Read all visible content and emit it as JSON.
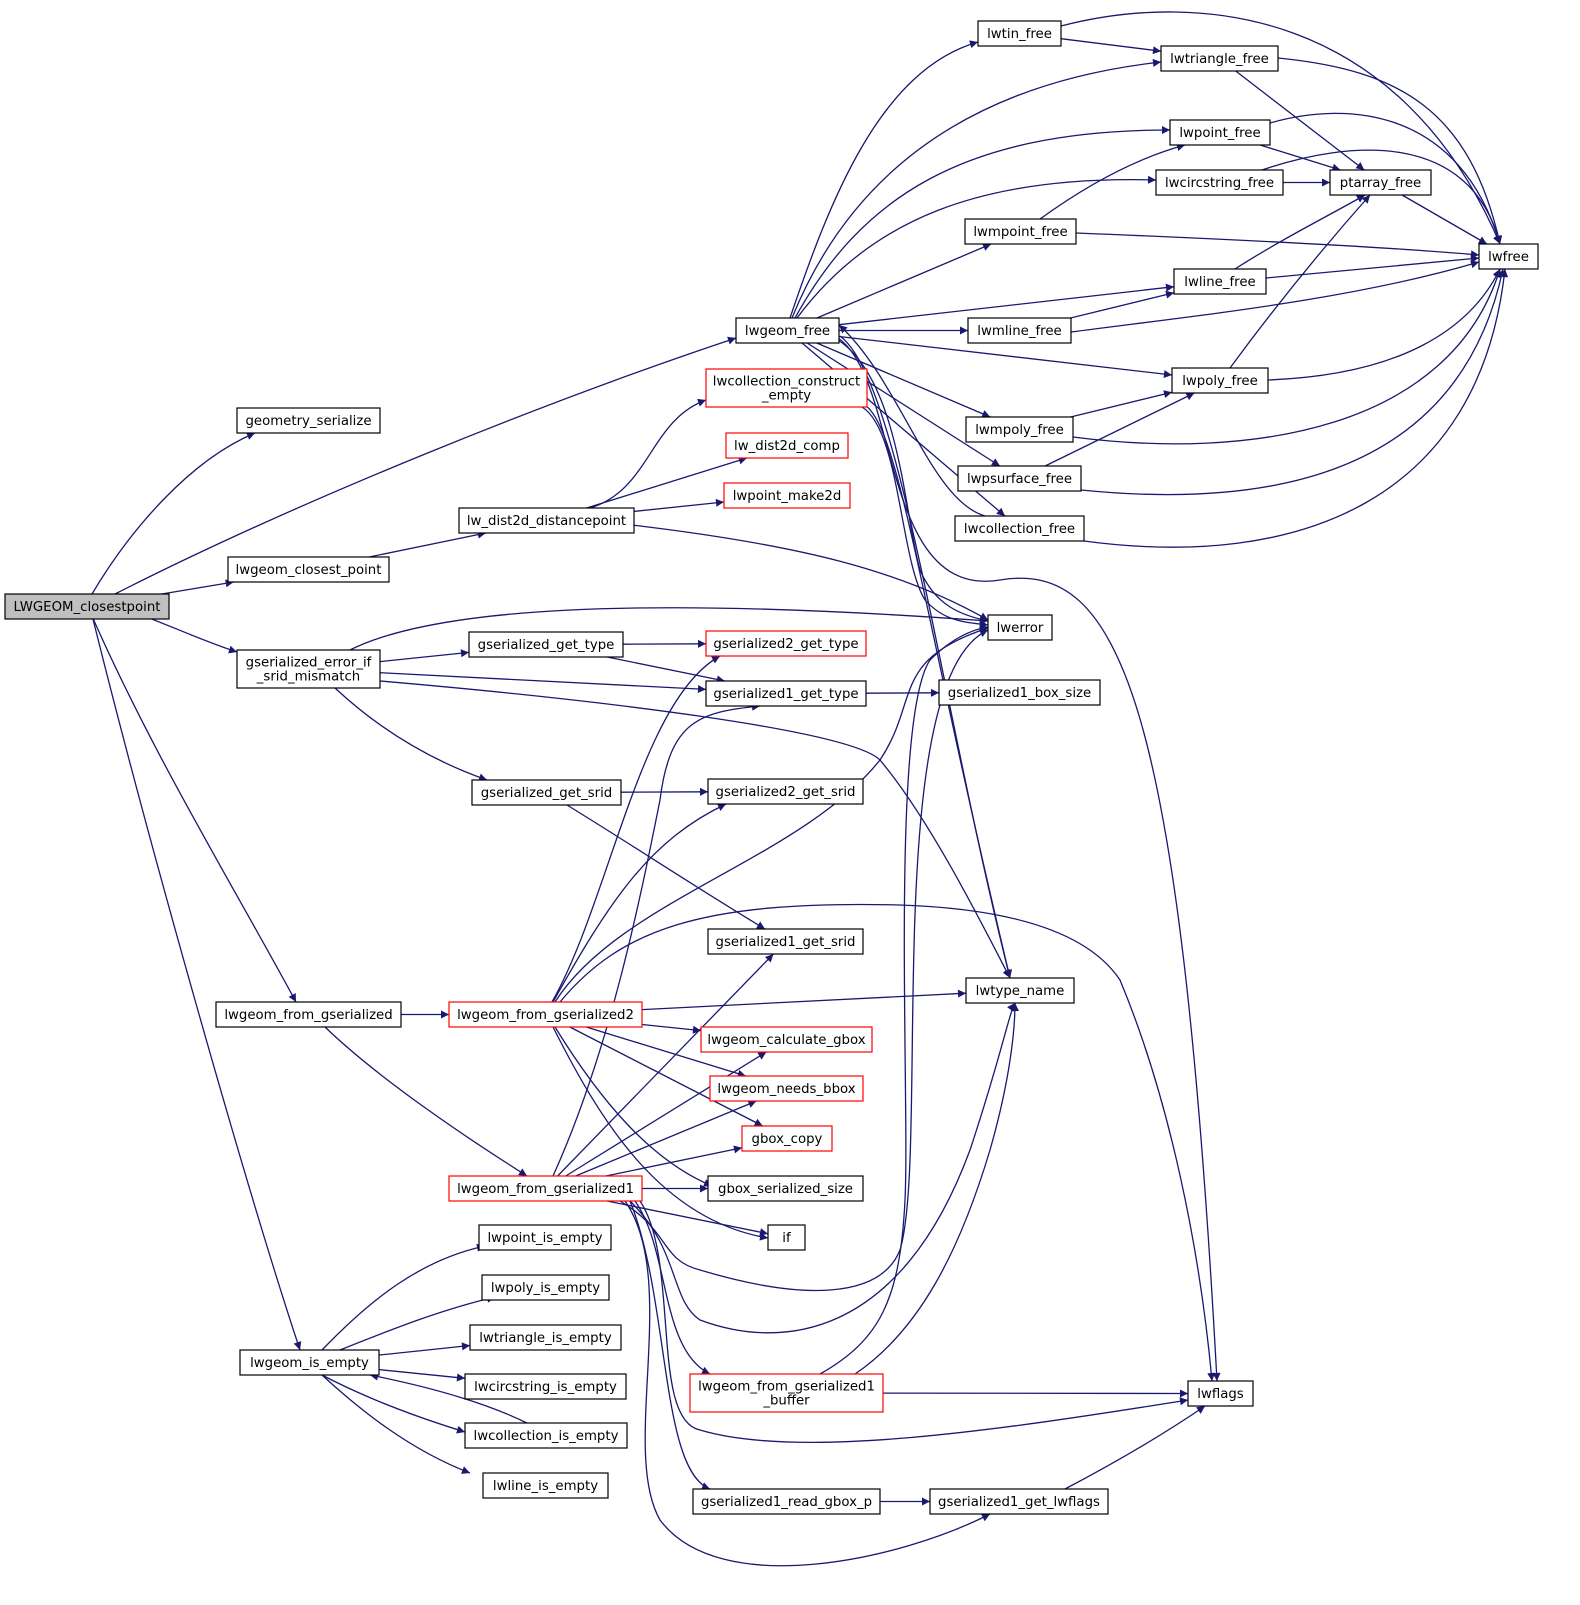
{
  "colors": {
    "edge": "#191970",
    "node_border": "#000000",
    "node_border_truncated": "#ff0000",
    "root_fill": "#bfbfbf"
  },
  "nodes": [
    {
      "id": "root",
      "lines": [
        "LWGEOM_closestpoint"
      ],
      "style": "root"
    },
    {
      "id": "geometry_serialize",
      "lines": [
        "geometry_serialize"
      ],
      "style": "normal"
    },
    {
      "id": "lwgeom_closest_point",
      "lines": [
        "lwgeom_closest_point"
      ],
      "style": "normal"
    },
    {
      "id": "gs_err_srid",
      "lines": [
        "gserialized_error_if",
        "_srid_mismatch"
      ],
      "style": "normal"
    },
    {
      "id": "lwgeom_from_gserialized",
      "lines": [
        "lwgeom_from_gserialized"
      ],
      "style": "normal"
    },
    {
      "id": "lwgeom_is_empty",
      "lines": [
        "lwgeom_is_empty"
      ],
      "style": "normal"
    },
    {
      "id": "lw_dist2d_distancepoint",
      "lines": [
        "lw_dist2d_distancepoint"
      ],
      "style": "normal"
    },
    {
      "id": "gserialized_get_type",
      "lines": [
        "gserialized_get_type"
      ],
      "style": "normal"
    },
    {
      "id": "gserialized_get_srid",
      "lines": [
        "gserialized_get_srid"
      ],
      "style": "normal"
    },
    {
      "id": "lwgeom_from_gserialized2",
      "lines": [
        "lwgeom_from_gserialized2"
      ],
      "style": "red"
    },
    {
      "id": "lwgeom_from_gserialized1",
      "lines": [
        "lwgeom_from_gserialized1"
      ],
      "style": "red"
    },
    {
      "id": "lwpoint_is_empty",
      "lines": [
        "lwpoint_is_empty"
      ],
      "style": "normal"
    },
    {
      "id": "lwpoly_is_empty",
      "lines": [
        "lwpoly_is_empty"
      ],
      "style": "normal"
    },
    {
      "id": "lwtriangle_is_empty",
      "lines": [
        "lwtriangle_is_empty"
      ],
      "style": "normal"
    },
    {
      "id": "lwcircstring_is_empty",
      "lines": [
        "lwcircstring_is_empty"
      ],
      "style": "normal"
    },
    {
      "id": "lwcollection_is_empty",
      "lines": [
        "lwcollection_is_empty"
      ],
      "style": "normal"
    },
    {
      "id": "lwline_is_empty",
      "lines": [
        "lwline_is_empty"
      ],
      "style": "normal"
    },
    {
      "id": "lwgeom_free",
      "lines": [
        "lwgeom_free"
      ],
      "style": "normal"
    },
    {
      "id": "lwcollection_construct_empty",
      "lines": [
        "lwcollection_construct",
        "_empty"
      ],
      "style": "red"
    },
    {
      "id": "lw_dist2d_comp",
      "lines": [
        "lw_dist2d_comp"
      ],
      "style": "red"
    },
    {
      "id": "lwpoint_make2d",
      "lines": [
        "lwpoint_make2d"
      ],
      "style": "red"
    },
    {
      "id": "gserialized2_get_type",
      "lines": [
        "gserialized2_get_type"
      ],
      "style": "red"
    },
    {
      "id": "gserialized1_get_type",
      "lines": [
        "gserialized1_get_type"
      ],
      "style": "normal"
    },
    {
      "id": "gserialized2_get_srid",
      "lines": [
        "gserialized2_get_srid"
      ],
      "style": "normal"
    },
    {
      "id": "gserialized1_get_srid",
      "lines": [
        "gserialized1_get_srid"
      ],
      "style": "normal"
    },
    {
      "id": "lwgeom_calculate_gbox",
      "lines": [
        "lwgeom_calculate_gbox"
      ],
      "style": "red"
    },
    {
      "id": "lwgeom_needs_bbox",
      "lines": [
        "lwgeom_needs_bbox"
      ],
      "style": "red"
    },
    {
      "id": "gbox_copy",
      "lines": [
        "gbox_copy"
      ],
      "style": "red"
    },
    {
      "id": "gbox_serialized_size",
      "lines": [
        "gbox_serialized_size"
      ],
      "style": "normal"
    },
    {
      "id": "if",
      "lines": [
        "if"
      ],
      "style": "normal"
    },
    {
      "id": "lwgeom_from_gserialized1_buffer",
      "lines": [
        "lwgeom_from_gserialized1",
        "_buffer"
      ],
      "style": "red"
    },
    {
      "id": "gserialized1_read_gbox_p",
      "lines": [
        "gserialized1_read_gbox_p"
      ],
      "style": "normal"
    },
    {
      "id": "lwtin_free",
      "lines": [
        "lwtin_free"
      ],
      "style": "normal"
    },
    {
      "id": "lwmpoint_free",
      "lines": [
        "lwmpoint_free"
      ],
      "style": "normal"
    },
    {
      "id": "lwmline_free",
      "lines": [
        "lwmline_free"
      ],
      "style": "normal"
    },
    {
      "id": "lwmpoly_free",
      "lines": [
        "lwmpoly_free"
      ],
      "style": "normal"
    },
    {
      "id": "lwpsurface_free",
      "lines": [
        "lwpsurface_free"
      ],
      "style": "normal"
    },
    {
      "id": "lwcollection_free",
      "lines": [
        "lwcollection_free"
      ],
      "style": "normal"
    },
    {
      "id": "lwerror",
      "lines": [
        "lwerror"
      ],
      "style": "normal"
    },
    {
      "id": "gserialized1_box_size",
      "lines": [
        "gserialized1_box_size"
      ],
      "style": "normal"
    },
    {
      "id": "lwtype_name",
      "lines": [
        "lwtype_name"
      ],
      "style": "normal"
    },
    {
      "id": "gserialized1_get_lwflags",
      "lines": [
        "gserialized1_get_lwflags"
      ],
      "style": "normal"
    },
    {
      "id": "lwtriangle_free",
      "lines": [
        "lwtriangle_free"
      ],
      "style": "normal"
    },
    {
      "id": "lwpoint_free",
      "lines": [
        "lwpoint_free"
      ],
      "style": "normal"
    },
    {
      "id": "lwcircstring_free",
      "lines": [
        "lwcircstring_free"
      ],
      "style": "normal"
    },
    {
      "id": "lwline_free",
      "lines": [
        "lwline_free"
      ],
      "style": "normal"
    },
    {
      "id": "lwpoly_free",
      "lines": [
        "lwpoly_free"
      ],
      "style": "normal"
    },
    {
      "id": "lwflags",
      "lines": [
        "lwflags"
      ],
      "style": "normal"
    },
    {
      "id": "ptarray_free",
      "lines": [
        "ptarray_free"
      ],
      "style": "normal"
    },
    {
      "id": "lwfree",
      "lines": [
        "lwfree"
      ],
      "style": "normal"
    }
  ],
  "edges": [
    [
      "root",
      "geometry_serialize"
    ],
    [
      "root",
      "lwgeom_free"
    ],
    [
      "root",
      "lwgeom_closest_point"
    ],
    [
      "root",
      "gs_err_srid"
    ],
    [
      "root",
      "lwgeom_from_gserialized"
    ],
    [
      "root",
      "lwgeom_is_empty"
    ],
    [
      "lwgeom_closest_point",
      "lw_dist2d_distancepoint"
    ],
    [
      "lw_dist2d_distancepoint",
      "lwcollection_construct_empty"
    ],
    [
      "lw_dist2d_distancepoint",
      "lw_dist2d_comp"
    ],
    [
      "lw_dist2d_distancepoint",
      "lwpoint_make2d"
    ],
    [
      "lw_dist2d_distancepoint",
      "lwerror"
    ],
    [
      "gs_err_srid",
      "lwerror"
    ],
    [
      "gs_err_srid",
      "gserialized_get_type"
    ],
    [
      "gs_err_srid",
      "gserialized1_get_type"
    ],
    [
      "gs_err_srid",
      "lwtype_name"
    ],
    [
      "gs_err_srid",
      "gserialized_get_srid"
    ],
    [
      "gserialized_get_type",
      "gserialized2_get_type"
    ],
    [
      "gserialized_get_type",
      "gserialized1_get_type"
    ],
    [
      "gserialized_get_srid",
      "gserialized2_get_srid"
    ],
    [
      "gserialized_get_srid",
      "gserialized1_get_srid"
    ],
    [
      "gserialized1_get_type",
      "gserialized1_box_size"
    ],
    [
      "lwgeom_from_gserialized",
      "lwgeom_from_gserialized2"
    ],
    [
      "lwgeom_from_gserialized",
      "lwgeom_from_gserialized1"
    ],
    [
      "lwgeom_from_gserialized2",
      "gserialized2_get_type"
    ],
    [
      "lwgeom_from_gserialized2",
      "gserialized2_get_srid"
    ],
    [
      "lwgeom_from_gserialized2",
      "lwerror"
    ],
    [
      "lwgeom_from_gserialized2",
      "lwflags"
    ],
    [
      "lwgeom_from_gserialized2",
      "lwtype_name"
    ],
    [
      "lwgeom_from_gserialized2",
      "lwgeom_calculate_gbox"
    ],
    [
      "lwgeom_from_gserialized2",
      "lwgeom_needs_bbox"
    ],
    [
      "lwgeom_from_gserialized2",
      "gbox_copy"
    ],
    [
      "lwgeom_from_gserialized2",
      "gbox_serialized_size"
    ],
    [
      "lwgeom_from_gserialized2",
      "if"
    ],
    [
      "lwgeom_from_gserialized1",
      "gserialized1_get_type"
    ],
    [
      "lwgeom_from_gserialized1",
      "gserialized1_get_srid"
    ],
    [
      "lwgeom_from_gserialized1",
      "lwgeom_calculate_gbox"
    ],
    [
      "lwgeom_from_gserialized1",
      "lwgeom_needs_bbox"
    ],
    [
      "lwgeom_from_gserialized1",
      "gbox_copy"
    ],
    [
      "lwgeom_from_gserialized1",
      "gbox_serialized_size"
    ],
    [
      "lwgeom_from_gserialized1",
      "if"
    ],
    [
      "lwgeom_from_gserialized1",
      "lwerror"
    ],
    [
      "lwgeom_from_gserialized1",
      "lwtype_name"
    ],
    [
      "lwgeom_from_gserialized1",
      "lwgeom_from_gserialized1_buffer"
    ],
    [
      "lwgeom_from_gserialized1",
      "lwflags"
    ],
    [
      "lwgeom_from_gserialized1",
      "gserialized1_read_gbox_p"
    ],
    [
      "lwgeom_from_gserialized1",
      "gserialized1_get_lwflags"
    ],
    [
      "lwgeom_from_gserialized1_buffer",
      "lwerror"
    ],
    [
      "lwgeom_from_gserialized1_buffer",
      "lwtype_name"
    ],
    [
      "lwgeom_from_gserialized1_buffer",
      "lwflags"
    ],
    [
      "gserialized1_read_gbox_p",
      "gserialized1_get_lwflags"
    ],
    [
      "gserialized1_get_lwflags",
      "lwflags"
    ],
    [
      "lwgeom_is_empty",
      "lwpoint_is_empty"
    ],
    [
      "lwgeom_is_empty",
      "lwpoly_is_empty"
    ],
    [
      "lwgeom_is_empty",
      "lwtriangle_is_empty"
    ],
    [
      "lwgeom_is_empty",
      "lwcircstring_is_empty"
    ],
    [
      "lwgeom_is_empty",
      "lwcollection_is_empty"
    ],
    [
      "lwgeom_is_empty",
      "lwline_is_empty"
    ],
    [
      "lwcollection_is_empty",
      "lwgeom_is_empty"
    ],
    [
      "lwgeom_free",
      "lwtin_free"
    ],
    [
      "lwgeom_free",
      "lwtriangle_free"
    ],
    [
      "lwgeom_free",
      "lwpoint_free"
    ],
    [
      "lwgeom_free",
      "lwcircstring_free"
    ],
    [
      "lwgeom_free",
      "lwmpoint_free"
    ],
    [
      "lwgeom_free",
      "lwline_free"
    ],
    [
      "lwgeom_free",
      "lwmline_free"
    ],
    [
      "lwgeom_free",
      "lwpoly_free"
    ],
    [
      "lwgeom_free",
      "lwmpoly_free"
    ],
    [
      "lwgeom_free",
      "lwpsurface_free"
    ],
    [
      "lwgeom_free",
      "lwcollection_free"
    ],
    [
      "lwgeom_free",
      "lwerror"
    ],
    [
      "lwgeom_free",
      "lwtype_name"
    ],
    [
      "lwgeom_free",
      "lwflags"
    ],
    [
      "lwcollection_construct_empty",
      "lwerror"
    ],
    [
      "lwcollection_construct_empty",
      "lwtype_name"
    ],
    [
      "lwcollection_free",
      "lwgeom_free"
    ],
    [
      "lwtin_free",
      "lwtriangle_free"
    ],
    [
      "lwtin_free",
      "lwfree"
    ],
    [
      "lwtriangle_free",
      "ptarray_free"
    ],
    [
      "lwtriangle_free",
      "lwfree"
    ],
    [
      "lwpoint_free",
      "ptarray_free"
    ],
    [
      "lwpoint_free",
      "lwfree"
    ],
    [
      "lwcircstring_free",
      "ptarray_free"
    ],
    [
      "lwcircstring_free",
      "lwfree"
    ],
    [
      "lwmpoint_free",
      "lwpoint_free"
    ],
    [
      "lwmpoint_free",
      "lwfree"
    ],
    [
      "lwline_free",
      "ptarray_free"
    ],
    [
      "lwline_free",
      "lwfree"
    ],
    [
      "lwmline_free",
      "lwline_free"
    ],
    [
      "lwmline_free",
      "lwfree"
    ],
    [
      "lwpoly_free",
      "ptarray_free"
    ],
    [
      "lwpoly_free",
      "lwfree"
    ],
    [
      "lwmpoly_free",
      "lwpoly_free"
    ],
    [
      "lwmpoly_free",
      "lwfree"
    ],
    [
      "lwpsurface_free",
      "lwpoly_free"
    ],
    [
      "lwpsurface_free",
      "lwfree"
    ],
    [
      "lwcollection_free",
      "lwfree"
    ],
    [
      "ptarray_free",
      "lwfree"
    ]
  ]
}
